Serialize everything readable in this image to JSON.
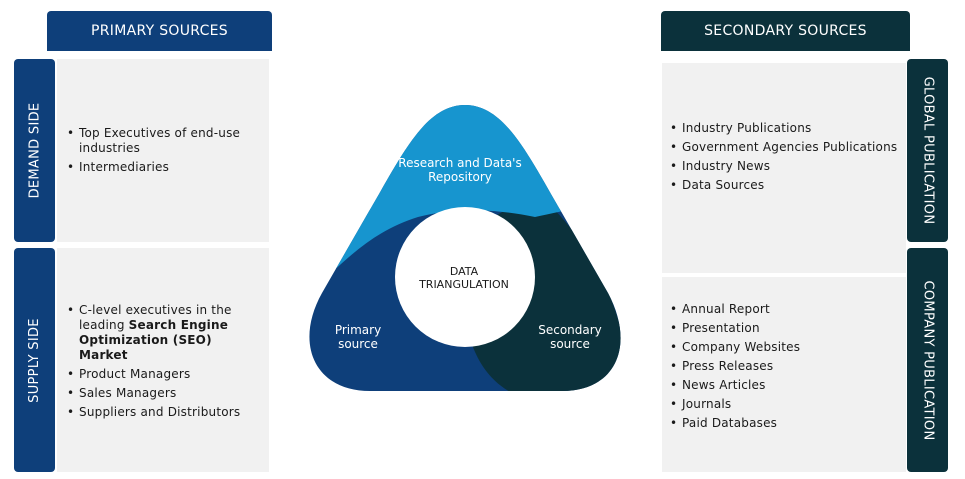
{
  "primary": {
    "header": "PRIMARY SOURCES",
    "demand_side": {
      "label": "DEMAND SIDE",
      "items": [
        "Top Executives of end-use industries",
        "Intermediaries"
      ]
    },
    "supply_side": {
      "label": "SUPPLY SIDE",
      "item1_prefix": "C-level executives in the leading ",
      "item1_bold": "Search Engine Optimization (SEO) Market",
      "items": [
        "Product Managers",
        "Sales Managers",
        "Suppliers and Distributors"
      ]
    }
  },
  "secondary": {
    "header": "SECONDARY SOURCES",
    "global_publication": {
      "label": "GLOBAL PUBLICATION",
      "items": [
        "Industry Publications",
        "Government Agencies Publications",
        "Industry News",
        "Data Sources"
      ]
    },
    "company_publication": {
      "label": "COMPANY PUBLICATION",
      "items": [
        "Annual Report",
        "Presentation",
        "Company Websites",
        "Press Releases",
        "News Articles",
        "Journals",
        "Paid Databases"
      ]
    }
  },
  "triangle": {
    "top_line1": "Research and Data's",
    "top_line2": "Repository",
    "left_line1": "Primary",
    "left_line2": "source",
    "right_line1": "Secondary",
    "right_line2": "source",
    "center_line1": "DATA",
    "center_line2": "TRIANGULATION",
    "colors": {
      "top": "#1795cf",
      "left": "#0e3f7a",
      "right": "#0b313b"
    }
  }
}
